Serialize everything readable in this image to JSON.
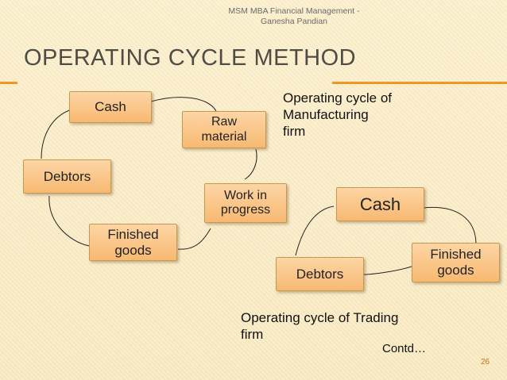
{
  "header": {
    "line1": "MSM MBA Financial Management -",
    "line2": "Ganesha Pandian"
  },
  "title": "OPERATING CYCLE METHOD",
  "manufacturing": {
    "caption_lines": [
      "Operating cycle of",
      "Manufacturing",
      "firm"
    ],
    "nodes": {
      "cash": "Cash",
      "raw_material": [
        "Raw",
        "material"
      ],
      "work_in_progress": [
        "Work in",
        "progress"
      ],
      "finished_goods": [
        "Finished",
        "goods"
      ],
      "debtors": "Debtors"
    }
  },
  "trading": {
    "caption_lines": [
      "Operating cycle of Trading",
      "firm"
    ],
    "nodes": {
      "cash": "Cash",
      "finished_goods": [
        "Finished",
        "goods"
      ],
      "debtors": "Debtors"
    }
  },
  "contd": "Contd…",
  "page_number": "26",
  "colors": {
    "accent": "#f29623",
    "box_top": "#fdd5a4",
    "box_bottom": "#f7b972",
    "background": "#fbedc6"
  }
}
